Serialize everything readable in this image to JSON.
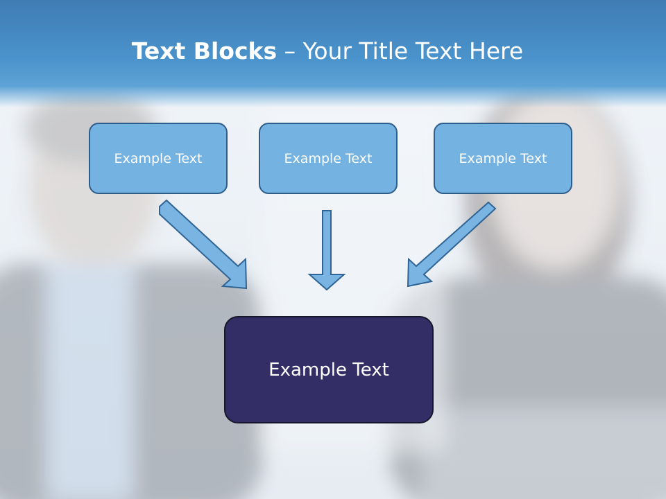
{
  "title": {
    "bold": "Text Blocks",
    "dash": " – ",
    "rest": "Your Title Text Here"
  },
  "blocks": [
    {
      "label": "Example Text"
    },
    {
      "label": "Example Text"
    },
    {
      "label": "Example Text"
    }
  ],
  "target": {
    "label": "Example Text"
  },
  "colors": {
    "title_band": "#4b93cc",
    "small_box_fill": "#73b2e1",
    "small_box_border": "#2f5d8a",
    "big_box_fill": "#332f66",
    "arrow_fill": "#79b4e2",
    "arrow_stroke": "#2f6494"
  }
}
